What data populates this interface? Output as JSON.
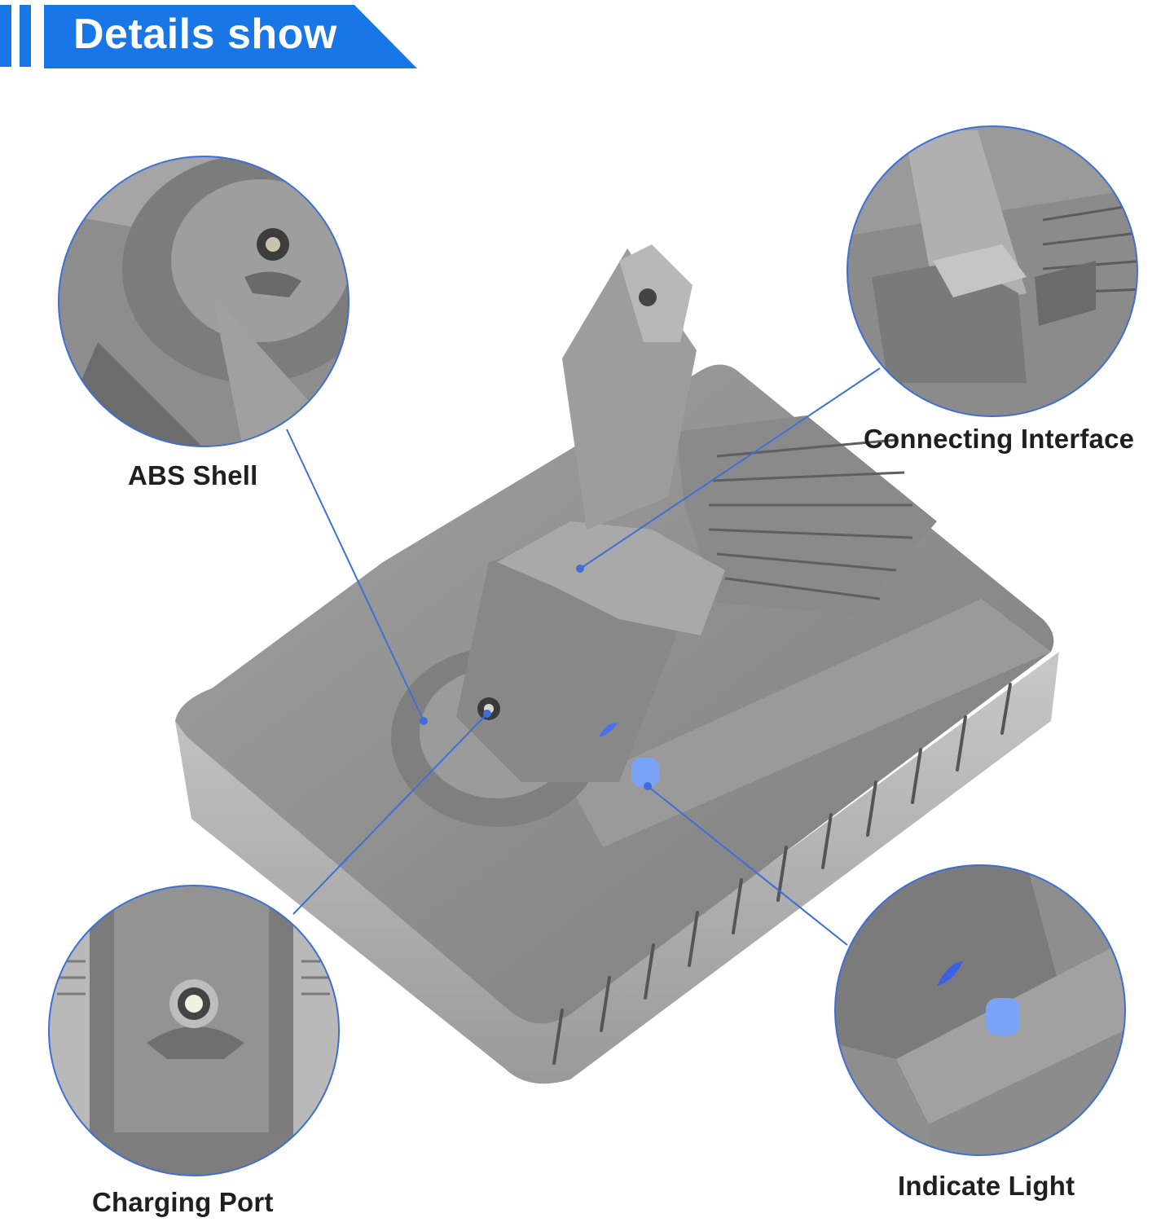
{
  "header": {
    "title": "Details show",
    "accent_color": "#1976e6",
    "text_color": "#ffffff"
  },
  "product": {
    "body_color": "#8f8f8f",
    "dark_color": "#6e6e6e",
    "light_color": "#b4b4b4",
    "indicator_color": "#7aa2f5"
  },
  "leader_line_color": "#3f6ed6",
  "callouts": {
    "abs_shell": {
      "label": "ABS Shell"
    },
    "connecting_interface": {
      "label": "Connecting Interface"
    },
    "charging_port": {
      "label": "Charging Port"
    },
    "indicate_light": {
      "label": "Indicate Light"
    }
  }
}
